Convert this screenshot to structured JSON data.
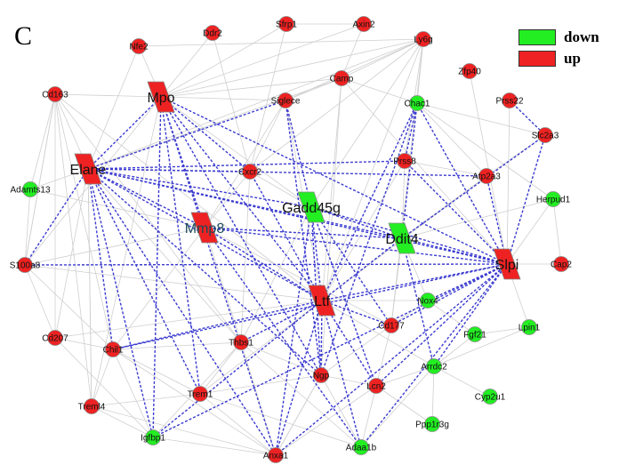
{
  "figure": {
    "panel_label": "C",
    "legend": [
      {
        "label": "down",
        "color": "#22ee22"
      },
      {
        "label": "up",
        "color": "#ee2222"
      }
    ]
  },
  "colors": {
    "down": "#22ee22",
    "up": "#ee2222",
    "node_stroke": "#8a8a8a",
    "background_edge": "#cfcfcf",
    "hub_edge": "#3b3bd1"
  },
  "network": {
    "nodes": [
      {
        "id": "Nfe2",
        "status": "up",
        "shape": "circle"
      },
      {
        "id": "Ddr2",
        "status": "up",
        "shape": "circle"
      },
      {
        "id": "Sfrp1",
        "status": "up",
        "shape": "circle"
      },
      {
        "id": "Axin2",
        "status": "up",
        "shape": "circle"
      },
      {
        "id": "Ly6g",
        "status": "up",
        "shape": "circle"
      },
      {
        "id": "Zfp40",
        "status": "up",
        "shape": "circle"
      },
      {
        "id": "Camp",
        "status": "up",
        "shape": "circle"
      },
      {
        "id": "Cd163",
        "status": "up",
        "shape": "circle"
      },
      {
        "id": "Mpo",
        "status": "up",
        "shape": "parallelogram"
      },
      {
        "id": "Siglece",
        "status": "up",
        "shape": "circle"
      },
      {
        "id": "Chac1",
        "status": "down",
        "shape": "circle"
      },
      {
        "id": "Prss22",
        "status": "up",
        "shape": "circle"
      },
      {
        "id": "Slc2a3",
        "status": "up",
        "shape": "circle"
      },
      {
        "id": "Elane",
        "status": "up",
        "shape": "parallelogram"
      },
      {
        "id": "Prss8",
        "status": "up",
        "shape": "circle"
      },
      {
        "id": "Cxcr2",
        "status": "up",
        "shape": "circle"
      },
      {
        "id": "Atp2a3",
        "status": "up",
        "shape": "circle"
      },
      {
        "id": "Adamts13",
        "status": "down",
        "shape": "circle"
      },
      {
        "id": "Gadd45g",
        "status": "down",
        "shape": "parallelogram"
      },
      {
        "id": "Herpud1",
        "status": "down",
        "shape": "circle"
      },
      {
        "id": "Mmp8",
        "status": "up",
        "shape": "parallelogram"
      },
      {
        "id": "Ddit4",
        "status": "down",
        "shape": "parallelogram"
      },
      {
        "id": "Slpi",
        "status": "up",
        "shape": "parallelogram"
      },
      {
        "id": "S100a8",
        "status": "up",
        "shape": "circle"
      },
      {
        "id": "Cap2",
        "status": "up",
        "shape": "circle"
      },
      {
        "id": "Ltf",
        "status": "up",
        "shape": "parallelogram"
      },
      {
        "id": "Nox4",
        "status": "down",
        "shape": "circle"
      },
      {
        "id": "Cd177",
        "status": "up",
        "shape": "circle"
      },
      {
        "id": "Fgf21",
        "status": "down",
        "shape": "circle"
      },
      {
        "id": "Lpin1",
        "status": "down",
        "shape": "circle"
      },
      {
        "id": "Cd207",
        "status": "up",
        "shape": "circle"
      },
      {
        "id": "Chil1",
        "status": "up",
        "shape": "circle"
      },
      {
        "id": "Thbs1",
        "status": "up",
        "shape": "circle"
      },
      {
        "id": "Arrdc2",
        "status": "down",
        "shape": "circle"
      },
      {
        "id": "Ngp",
        "status": "up",
        "shape": "circle"
      },
      {
        "id": "Lcn2",
        "status": "up",
        "shape": "circle"
      },
      {
        "id": "Trem1",
        "status": "up",
        "shape": "circle"
      },
      {
        "id": "Cyp2u1",
        "status": "down",
        "shape": "circle"
      },
      {
        "id": "Treml4",
        "status": "up",
        "shape": "circle"
      },
      {
        "id": "Ppp1r3g",
        "status": "down",
        "shape": "circle"
      },
      {
        "id": "Igfbp1",
        "status": "down",
        "shape": "circle"
      },
      {
        "id": "Anxa1",
        "status": "up",
        "shape": "circle"
      },
      {
        "id": "Adaa1b",
        "status": "down",
        "shape": "circle"
      }
    ],
    "hub_edges": [
      [
        "Elane",
        "Mpo"
      ],
      [
        "Elane",
        "Cxcr2"
      ],
      [
        "Elane",
        "Prss8"
      ],
      [
        "Elane",
        "Atp2a3"
      ],
      [
        "Elane",
        "Gadd45g"
      ],
      [
        "Elane",
        "Ddit4"
      ],
      [
        "Elane",
        "Slpi"
      ],
      [
        "Elane",
        "Mmp8"
      ],
      [
        "Elane",
        "Ltf"
      ],
      [
        "Elane",
        "Chil1"
      ],
      [
        "Elane",
        "Igfbp1"
      ],
      [
        "Elane",
        "Trem1"
      ],
      [
        "Elane",
        "Ngp"
      ],
      [
        "Elane",
        "Anxa1"
      ],
      [
        "Elane",
        "Siglece"
      ],
      [
        "Elane",
        "S100a8"
      ],
      [
        "Mpo",
        "Mmp8"
      ],
      [
        "Mpo",
        "Ltf"
      ],
      [
        "Mpo",
        "Igfbp1"
      ],
      [
        "Mpo",
        "Trem1"
      ],
      [
        "Mpo",
        "Cxcr2"
      ],
      [
        "Mpo",
        "Ngp"
      ],
      [
        "Mpo",
        "Slpi"
      ],
      [
        "Mpo",
        "Anxa1"
      ],
      [
        "Mmp8",
        "Ltf"
      ],
      [
        "Mmp8",
        "Slpi"
      ],
      [
        "Mmp8",
        "Adaa1b"
      ],
      [
        "Mmp8",
        "Ddit4"
      ],
      [
        "Ltf",
        "Slpi"
      ],
      [
        "Ltf",
        "Ddit4"
      ],
      [
        "Ltf",
        "Chil1"
      ],
      [
        "Ltf",
        "Thbs1"
      ],
      [
        "Ltf",
        "Ngp"
      ],
      [
        "Ltf",
        "Anxa1"
      ],
      [
        "Ltf",
        "Lcn2"
      ],
      [
        "Ltf",
        "Igfbp1"
      ],
      [
        "Ltf",
        "Adaa1b"
      ],
      [
        "Ltf",
        "Cd177"
      ],
      [
        "Ltf",
        "Chac1"
      ],
      [
        "Ltf",
        "Gadd45g"
      ],
      [
        "Slpi",
        "Ddit4"
      ],
      [
        "Slpi",
        "Cd177"
      ],
      [
        "Slpi",
        "Arrdc2"
      ],
      [
        "Slpi",
        "Lcn2"
      ],
      [
        "Slpi",
        "Adaa1b"
      ],
      [
        "Slpi",
        "Anxa1"
      ],
      [
        "Slpi",
        "Chac1"
      ],
      [
        "Slpi",
        "Slc2a3"
      ],
      [
        "Slpi",
        "Atp2a3"
      ],
      [
        "Slpi",
        "Prss8"
      ],
      [
        "Slpi",
        "S100a8"
      ],
      [
        "Slpi",
        "Igfbp1"
      ],
      [
        "Slpi",
        "Chil1"
      ],
      [
        "Slpi",
        "Gadd45g"
      ],
      [
        "Slpi",
        "Nox4"
      ],
      [
        "Ddit4",
        "Arrdc2"
      ],
      [
        "Ddit4",
        "Gadd45g"
      ],
      [
        "Ddit4",
        "Slc2a3"
      ],
      [
        "Ddit4",
        "Chac1"
      ],
      [
        "Gadd45g",
        "Cd177"
      ],
      [
        "Gadd45g",
        "Siglece"
      ],
      [
        "Gadd45g",
        "Ngp"
      ],
      [
        "Gadd45g",
        "Anxa1"
      ],
      [
        "Gadd45g",
        "Lcn2"
      ],
      [
        "Chac1",
        "Prss8"
      ],
      [
        "Chac1",
        "Ngp"
      ],
      [
        "Prss22",
        "Slc2a3"
      ],
      [
        "Siglece",
        "Ngp"
      ],
      [
        "Cxcr2",
        "Ltf"
      ]
    ],
    "background_edges": [
      [
        "Cd163",
        "Mpo"
      ],
      [
        "Cd163",
        "Elane"
      ],
      [
        "Cd163",
        "Adamts13"
      ],
      [
        "Cd163",
        "S100a8"
      ],
      [
        "Cd163",
        "Cd207"
      ],
      [
        "Cd163",
        "Chil1"
      ],
      [
        "Cd163",
        "Ltf"
      ],
      [
        "Cd163",
        "Treml4"
      ],
      [
        "Cd163",
        "Thbs1"
      ],
      [
        "Nfe2",
        "Mpo"
      ],
      [
        "Nfe2",
        "Elane"
      ],
      [
        "Nfe2",
        "Ly6g"
      ],
      [
        "Ddr2",
        "Mpo"
      ],
      [
        "Ddr2",
        "Cxcr2"
      ],
      [
        "Sfrp1",
        "Cxcr2"
      ],
      [
        "Sfrp1",
        "Axin2"
      ],
      [
        "Axin2",
        "Mpo"
      ],
      [
        "Axin2",
        "Camp"
      ],
      [
        "Ly6g",
        "Mpo"
      ],
      [
        "Ly6g",
        "Elane"
      ],
      [
        "Ly6g",
        "Camp"
      ],
      [
        "Ly6g",
        "Siglece"
      ],
      [
        "Ly6g",
        "Chac1"
      ],
      [
        "Ly6g",
        "Prss8"
      ],
      [
        "Ly6g",
        "Ltf"
      ],
      [
        "Ly6g",
        "Cd177"
      ],
      [
        "Ly6g",
        "Cxcr2"
      ],
      [
        "Camp",
        "Ltf"
      ],
      [
        "Camp",
        "Ngp"
      ],
      [
        "Camp",
        "Mpo"
      ],
      [
        "Camp",
        "Elane"
      ],
      [
        "Camp",
        "Slpi"
      ],
      [
        "Camp",
        "Chac1"
      ],
      [
        "Zfp40",
        "Slpi"
      ],
      [
        "Prss22",
        "Slpi"
      ],
      [
        "Chac1",
        "Herpud1"
      ],
      [
        "Chac1",
        "Atp2a3"
      ],
      [
        "Herpud1",
        "Slpi"
      ],
      [
        "Herpud1",
        "Cap2"
      ],
      [
        "Cap2",
        "Slpi"
      ],
      [
        "Lpin1",
        "Slpi"
      ],
      [
        "Lpin1",
        "Arrdc2"
      ],
      [
        "Lpin1",
        "Fgf21"
      ],
      [
        "Fgf21",
        "Nox4"
      ],
      [
        "Fgf21",
        "Arrdc2"
      ],
      [
        "Cyp2u1",
        "Arrdc2"
      ],
      [
        "Ppp1r3g",
        "Arrdc2"
      ],
      [
        "Ppp1r3g",
        "Lcn2"
      ],
      [
        "Nox4",
        "Cd177"
      ],
      [
        "Nox4",
        "Ltf"
      ],
      [
        "Cd177",
        "Lcn2"
      ],
      [
        "Cd177",
        "Ngp"
      ],
      [
        "Arrdc2",
        "Ltf"
      ],
      [
        "Adaa1b",
        "Lcn2"
      ],
      [
        "Adaa1b",
        "Arrdc2"
      ],
      [
        "Adaa1b",
        "Thbs1"
      ],
      [
        "Adaa1b",
        "Trem1"
      ],
      [
        "Anxa1",
        "Thbs1"
      ],
      [
        "Anxa1",
        "Trem1"
      ],
      [
        "Anxa1",
        "Igfbp1"
      ],
      [
        "Anxa1",
        "Chil1"
      ],
      [
        "Anxa1",
        "Treml4"
      ],
      [
        "Anxa1",
        "Ngp"
      ],
      [
        "Treml4",
        "Chil1"
      ],
      [
        "Treml4",
        "Trem1"
      ],
      [
        "Treml4",
        "Elane"
      ],
      [
        "Treml4",
        "Mpo"
      ],
      [
        "Igfbp1",
        "Chil1"
      ],
      [
        "Igfbp1",
        "Thbs1"
      ],
      [
        "Igfbp1",
        "Cd207"
      ],
      [
        "Igfbp1",
        "Treml4"
      ],
      [
        "Cd207",
        "Elane"
      ],
      [
        "Cd207",
        "Ltf"
      ],
      [
        "Cd207",
        "S100a8"
      ],
      [
        "Cd207",
        "Chil1"
      ],
      [
        "S100a8",
        "Mmp8"
      ],
      [
        "S100a8",
        "Ltf"
      ],
      [
        "S100a8",
        "Mpo"
      ],
      [
        "S100a8",
        "Adamts13"
      ],
      [
        "S100a8",
        "Chil1"
      ],
      [
        "S100a8",
        "Cd163"
      ],
      [
        "Adamts13",
        "Elane"
      ],
      [
        "Adamts13",
        "Mmp8"
      ],
      [
        "Chil1",
        "Thbs1"
      ],
      [
        "Chil1",
        "Trem1"
      ],
      [
        "Thbs1",
        "Ngp"
      ],
      [
        "Thbs1",
        "Trem1"
      ],
      [
        "Trem1",
        "Ngp"
      ],
      [
        "Trem1",
        "Ltf"
      ],
      [
        "Ngp",
        "Lcn2"
      ],
      [
        "Ngp",
        "Adaa1b"
      ],
      [
        "Cxcr2",
        "Mmp8"
      ],
      [
        "Cxcr2",
        "Gadd45g"
      ],
      [
        "Cxcr2",
        "Siglece"
      ],
      [
        "Cxcr2",
        "Thbs1"
      ],
      [
        "Siglece",
        "Mpo"
      ],
      [
        "Siglece",
        "Mmp8"
      ],
      [
        "Siglece",
        "Ltf"
      ],
      [
        "Prss8",
        "Ltf"
      ],
      [
        "Prss8",
        "Atp2a3"
      ],
      [
        "Prss8",
        "Ddit4"
      ],
      [
        "Atp2a3",
        "Ddit4"
      ],
      [
        "Atp2a3",
        "Ltf"
      ],
      [
        "Slc2a3",
        "Chac1"
      ],
      [
        "Slc2a3",
        "Atp2a3"
      ],
      [
        "Mmp8",
        "Thbs1"
      ],
      [
        "Mmp8",
        "Chil1"
      ],
      [
        "Mmp8",
        "Cd177"
      ],
      [
        "Gadd45g",
        "Mpo"
      ],
      [
        "Gadd45g",
        "Thbs1"
      ],
      [
        "Ddit4",
        "Cd177"
      ],
      [
        "Ddit4",
        "Nox4"
      ],
      [
        "Ddit4",
        "Herpud1"
      ],
      [
        "Elane",
        "Treml4"
      ],
      [
        "Elane",
        "Thbs1"
      ],
      [
        "Lcn2",
        "Arrdc2"
      ],
      [
        "Lcn2",
        "Anxa1"
      ],
      [
        "Ngp",
        "Anxa1"
      ],
      [
        "Ly6g",
        "Gadd45g"
      ],
      [
        "Sfrp1",
        "Mpo"
      ],
      [
        "Camp",
        "Siglece"
      ]
    ]
  }
}
